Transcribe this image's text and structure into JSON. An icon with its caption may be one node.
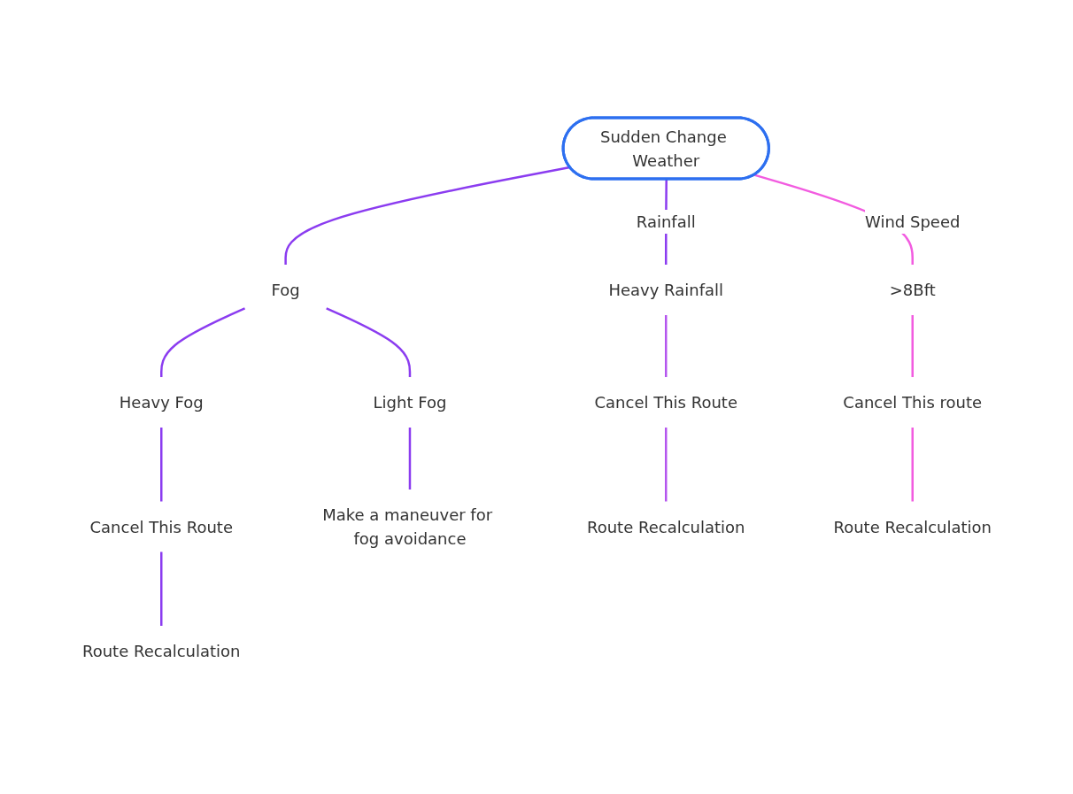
{
  "diagram": {
    "nodes": [
      {
        "text": [
          "Sudden Change Weather"
        ]
      },
      {
        "text": [
          "Fog"
        ]
      },
      {
        "text": [
          "Heavy Rainfall"
        ]
      },
      {
        "text": [
          ">8Bft"
        ]
      },
      {
        "text": [
          "Heavy Fog"
        ]
      },
      {
        "text": [
          "Light Fog"
        ]
      },
      {
        "text": [
          "Cancel This Route"
        ]
      },
      {
        "text": [
          "Cancel This route"
        ]
      },
      {
        "text": [
          "Cancel This Route"
        ]
      },
      {
        "text": [
          "Make a maneuver for fog avoidance"
        ]
      },
      {
        "text": [
          "Route Recalculation"
        ]
      },
      {
        "text": [
          "Route Recalculation"
        ]
      },
      {
        "text": [
          "Route Recalculation"
        ]
      }
    ],
    "edges": [
      {
        "from": 0,
        "to": 1,
        "arrow": "none"
      },
      {
        "from": 0,
        "to": 2,
        "arrow": "none",
        "label": "Rainfall"
      },
      {
        "from": 0,
        "to": 3,
        "arrow": "none",
        "label": "Wind Speed",
        "color": "#f25ce0"
      },
      {
        "from": 1,
        "to": 4,
        "arrow": "none"
      },
      {
        "from": 1,
        "to": 5,
        "arrow": "none"
      },
      {
        "from": 2,
        "to": 6,
        "arrow": "none",
        "color": "#b455ee"
      },
      {
        "from": 3,
        "to": 7,
        "arrow": "none",
        "color": "#f25ce0"
      },
      {
        "from": 4,
        "to": 8,
        "arrow": "none"
      },
      {
        "from": 5,
        "to": 9,
        "arrow": "none"
      },
      {
        "from": 6,
        "to": 10,
        "arrow": "none",
        "color": "#b455ee"
      },
      {
        "from": 7,
        "to": 11,
        "arrow": "none",
        "color": "#f25ce0"
      },
      {
        "from": 8,
        "to": 12,
        "arrow": "none"
      }
    ]
  }
}
